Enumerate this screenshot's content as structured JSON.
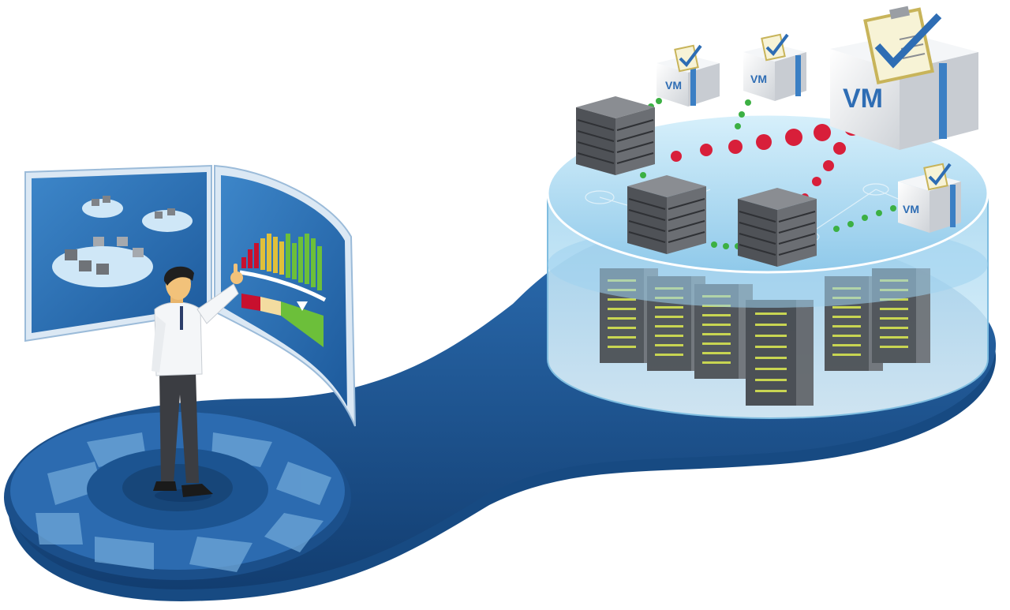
{
  "vm_boxes": [
    {
      "label": "VM"
    },
    {
      "label": "VM"
    },
    {
      "label": "VM"
    },
    {
      "label": "VM"
    }
  ],
  "colors": {
    "platform_blue": "#1f5a9a",
    "platform_dark": "#123d70",
    "pool_light": "#bfe3f5",
    "screen_blue": "#2a6fb5",
    "server_gray": "#5e6166",
    "link_green": "#3cb043",
    "link_red": "#d81f3a"
  },
  "icons": [
    "person-icon",
    "dashboard-screen-icon",
    "server-rack-icon",
    "vm-package-icon",
    "checklist-clipboard-icon"
  ]
}
